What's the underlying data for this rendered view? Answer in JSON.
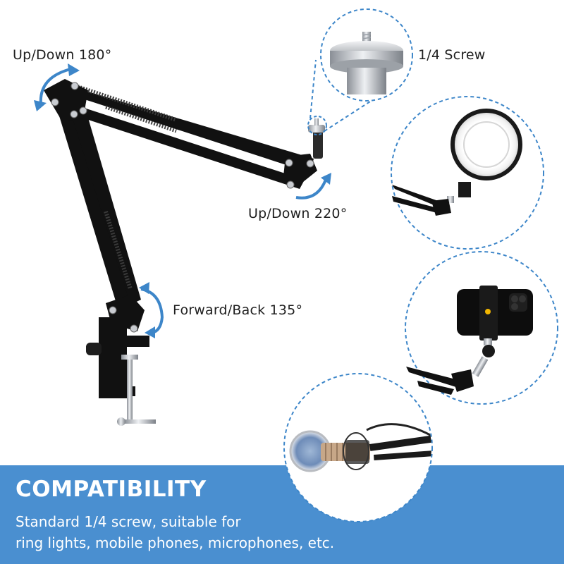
{
  "labels": {
    "up_down_180": "Up/Down 180°",
    "screw": "1/4 Screw",
    "up_down_220": "Up/Down 220°",
    "forward_back": "Forward/Back 135°"
  },
  "banner": {
    "title": "COMPATIBILITY",
    "line1": "Standard 1/4 screw, suitable for",
    "line2": "ring lights, mobile phones, microphones, etc."
  },
  "colors": {
    "accent": "#4a8fd0",
    "arrow": "#3d86c9",
    "arm": "#111111"
  }
}
